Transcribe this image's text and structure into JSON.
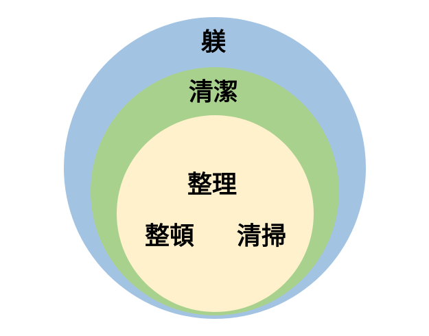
{
  "diagram": {
    "outer": {
      "label": "躾",
      "color": "#a3c3e3"
    },
    "middle": {
      "label": "清潔",
      "color": "#a9d18e"
    },
    "inner": {
      "color": "#fff1cc",
      "labels": {
        "top": "整理",
        "left": "整頓",
        "right": "清掃"
      }
    },
    "label_color": "#000000"
  }
}
